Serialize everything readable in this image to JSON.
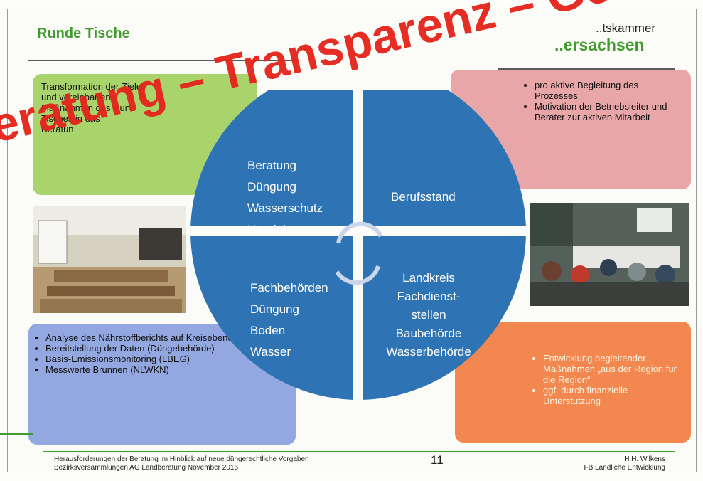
{
  "slide": {
    "title": "Runde Tische",
    "logo_line1": "..tskammer",
    "logo_line2": "..ersachsen",
    "page_number": "11",
    "footer_left_line1": "Herausforderungen der Beratung im Hinblick auf neue düngerechtliche Vorgaben",
    "footer_left_line2": "Bezirksversammlungen AG Landberatung November 2016",
    "footer_right_line1": "H.H. Wilkens",
    "footer_right_line2": "FB Ländliche Entwicklung"
  },
  "boxes": {
    "green": {
      "lines": [
        "Transformation der Ziele",
        "und vereinbarten",
        "Maßnahmen des Rund",
        "Tisches in das",
        "Beratun"
      ]
    },
    "pink": {
      "bullets": [
        "pro aktive Begleitung des Prozesses",
        "Motivation der Betriebsleiter und Berater zur aktiven Mitarbeit"
      ]
    },
    "blue": {
      "bullets": [
        "Analyse des Nährstoffberichts auf Kreisebene",
        "Bereitstellung der Daten (Düngebehörde)",
        "Basis-Emissionsmonitoring (LBEG)",
        "Messwerte Brunnen (NLWKN)"
      ]
    },
    "orange": {
      "bullets": [
        "Entwicklung begleitender Maßnahmen „aus der Region für die Region“",
        "ggf. durch finanzielle Unterstützung"
      ]
    }
  },
  "circle": {
    "color": "#2e74b5",
    "q1": [
      "Beratung",
      "Düngung",
      "Wasserschutz",
      "Handel"
    ],
    "q2": [
      "Berufsstand"
    ],
    "q3": [
      "Fachbehörden",
      "Düngung",
      "Boden",
      "Wasser"
    ],
    "q4": [
      "Landkreis",
      "Fachdienst-",
      "stellen",
      "Baubehörde",
      "Wasserbehörde"
    ]
  },
  "stamp": {
    "text": "eratung – Transparenz – Ge",
    "color": "#e5251c"
  },
  "photos": {
    "left": "meeting-room-photo",
    "right": "round-table-meeting-photo"
  }
}
